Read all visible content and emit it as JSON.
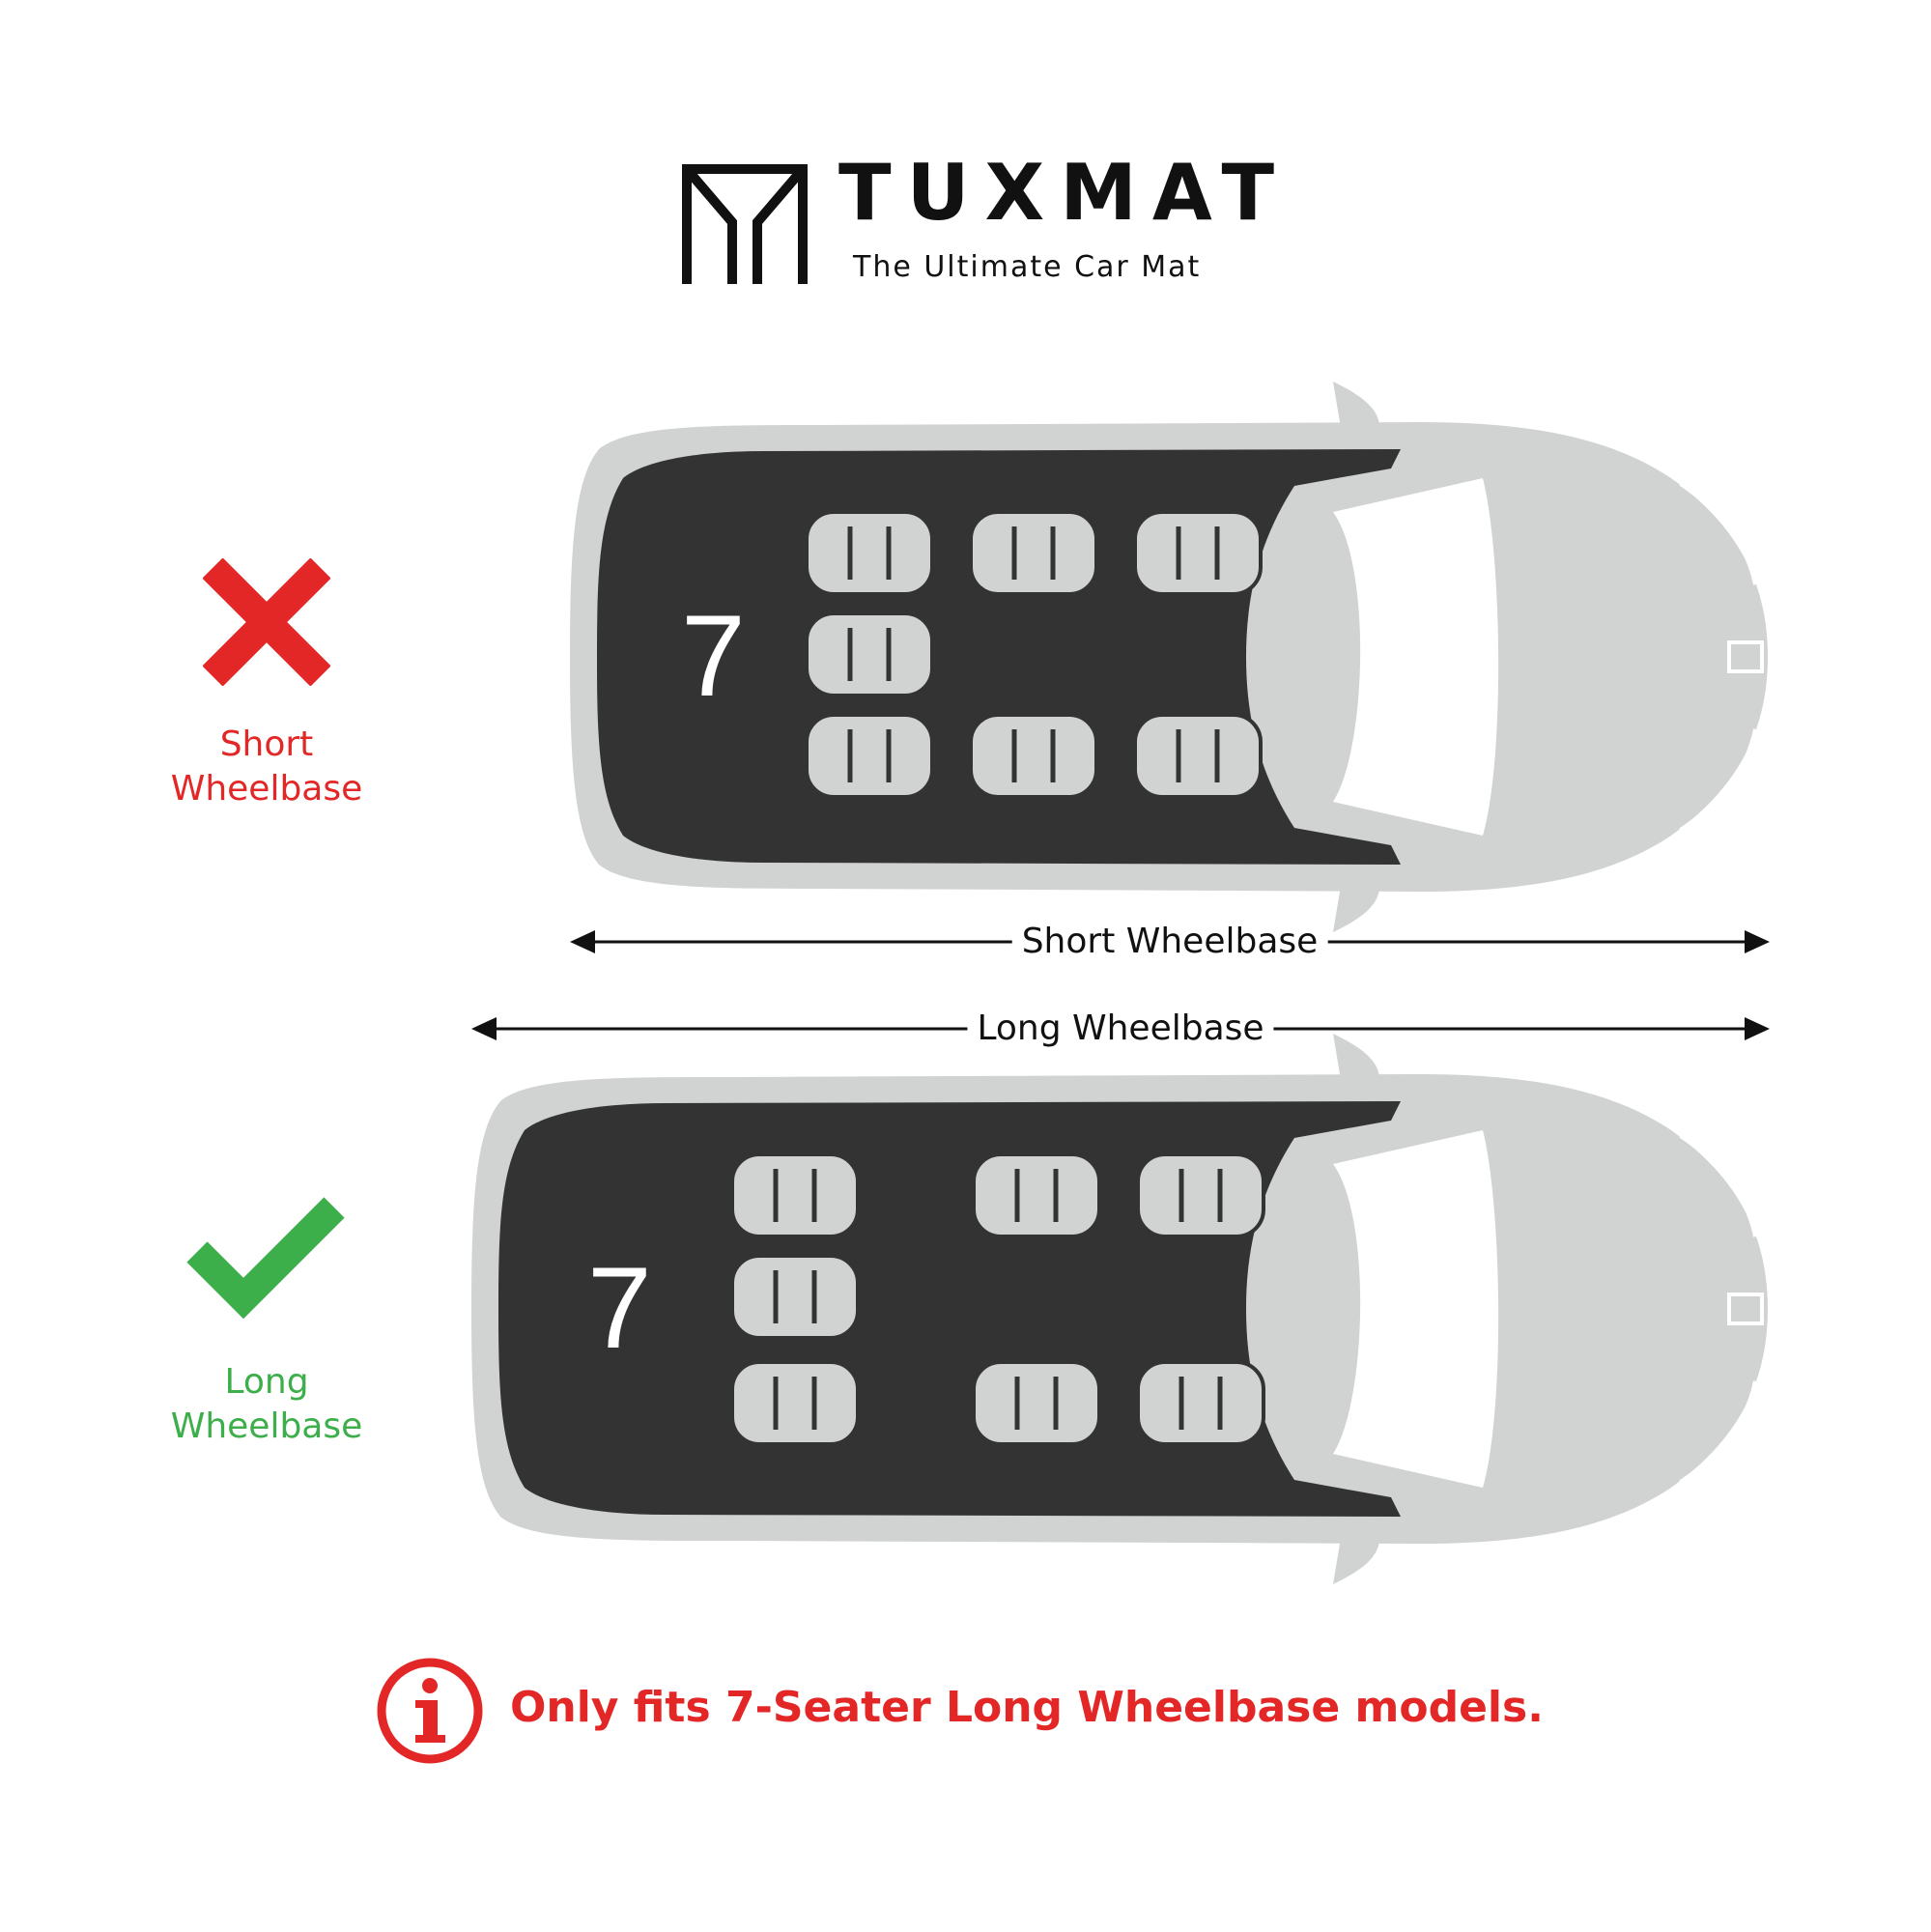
{
  "brand": {
    "name": "TUXMAT",
    "tagline": "The Ultimate Car Mat"
  },
  "options": [
    {
      "label": "Short Wheelbase",
      "label_lines": [
        "Short",
        "Wheelbase"
      ],
      "status": "not-compatible",
      "status_icon": "cross-icon",
      "status_color": "#e32626",
      "seat_count": "7",
      "dimension_label": "Short Wheelbase"
    },
    {
      "label": "Long Wheelbase",
      "label_lines": [
        "Long",
        "Wheelbase"
      ],
      "status": "compatible",
      "status_icon": "check-icon",
      "status_color": "#3cae4a",
      "seat_count": "7",
      "dimension_label": "Long Wheelbase"
    }
  ],
  "notice": {
    "icon": "info-icon",
    "text": "Only fits 7-Seater Long Wheelbase models.",
    "color": "#e32626"
  },
  "colors": {
    "van_body": "#d0d3d2",
    "mat": "#333333",
    "seat": "#d0d3d2"
  }
}
